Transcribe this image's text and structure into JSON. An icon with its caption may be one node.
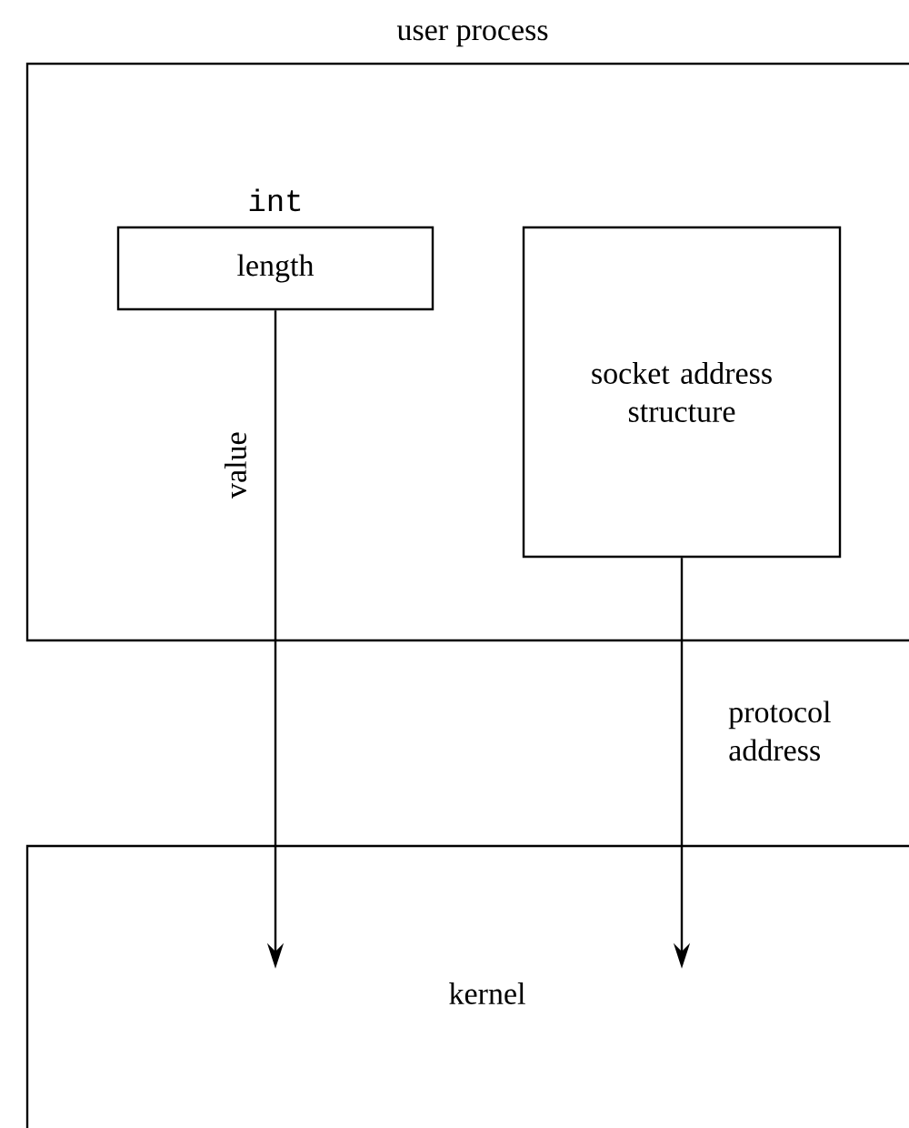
{
  "diagram": {
    "nodes": [
      {
        "text": [
          "user process"
        ]
      },
      {
        "text": [
          "length"
        ],
        "beside": [
          "int"
        ],
        "in": 0
      },
      {
        "text": [
          "socket address structure"
        ],
        "in": 0
      },
      {
        "text": [
          "kernel"
        ]
      }
    ],
    "edges": [
      {
        "from": 1,
        "to": 3,
        "arrow": "to",
        "label": "value"
      },
      {
        "from": 2,
        "to": 3,
        "arrow": "to",
        "label": "protocol address"
      }
    ]
  }
}
